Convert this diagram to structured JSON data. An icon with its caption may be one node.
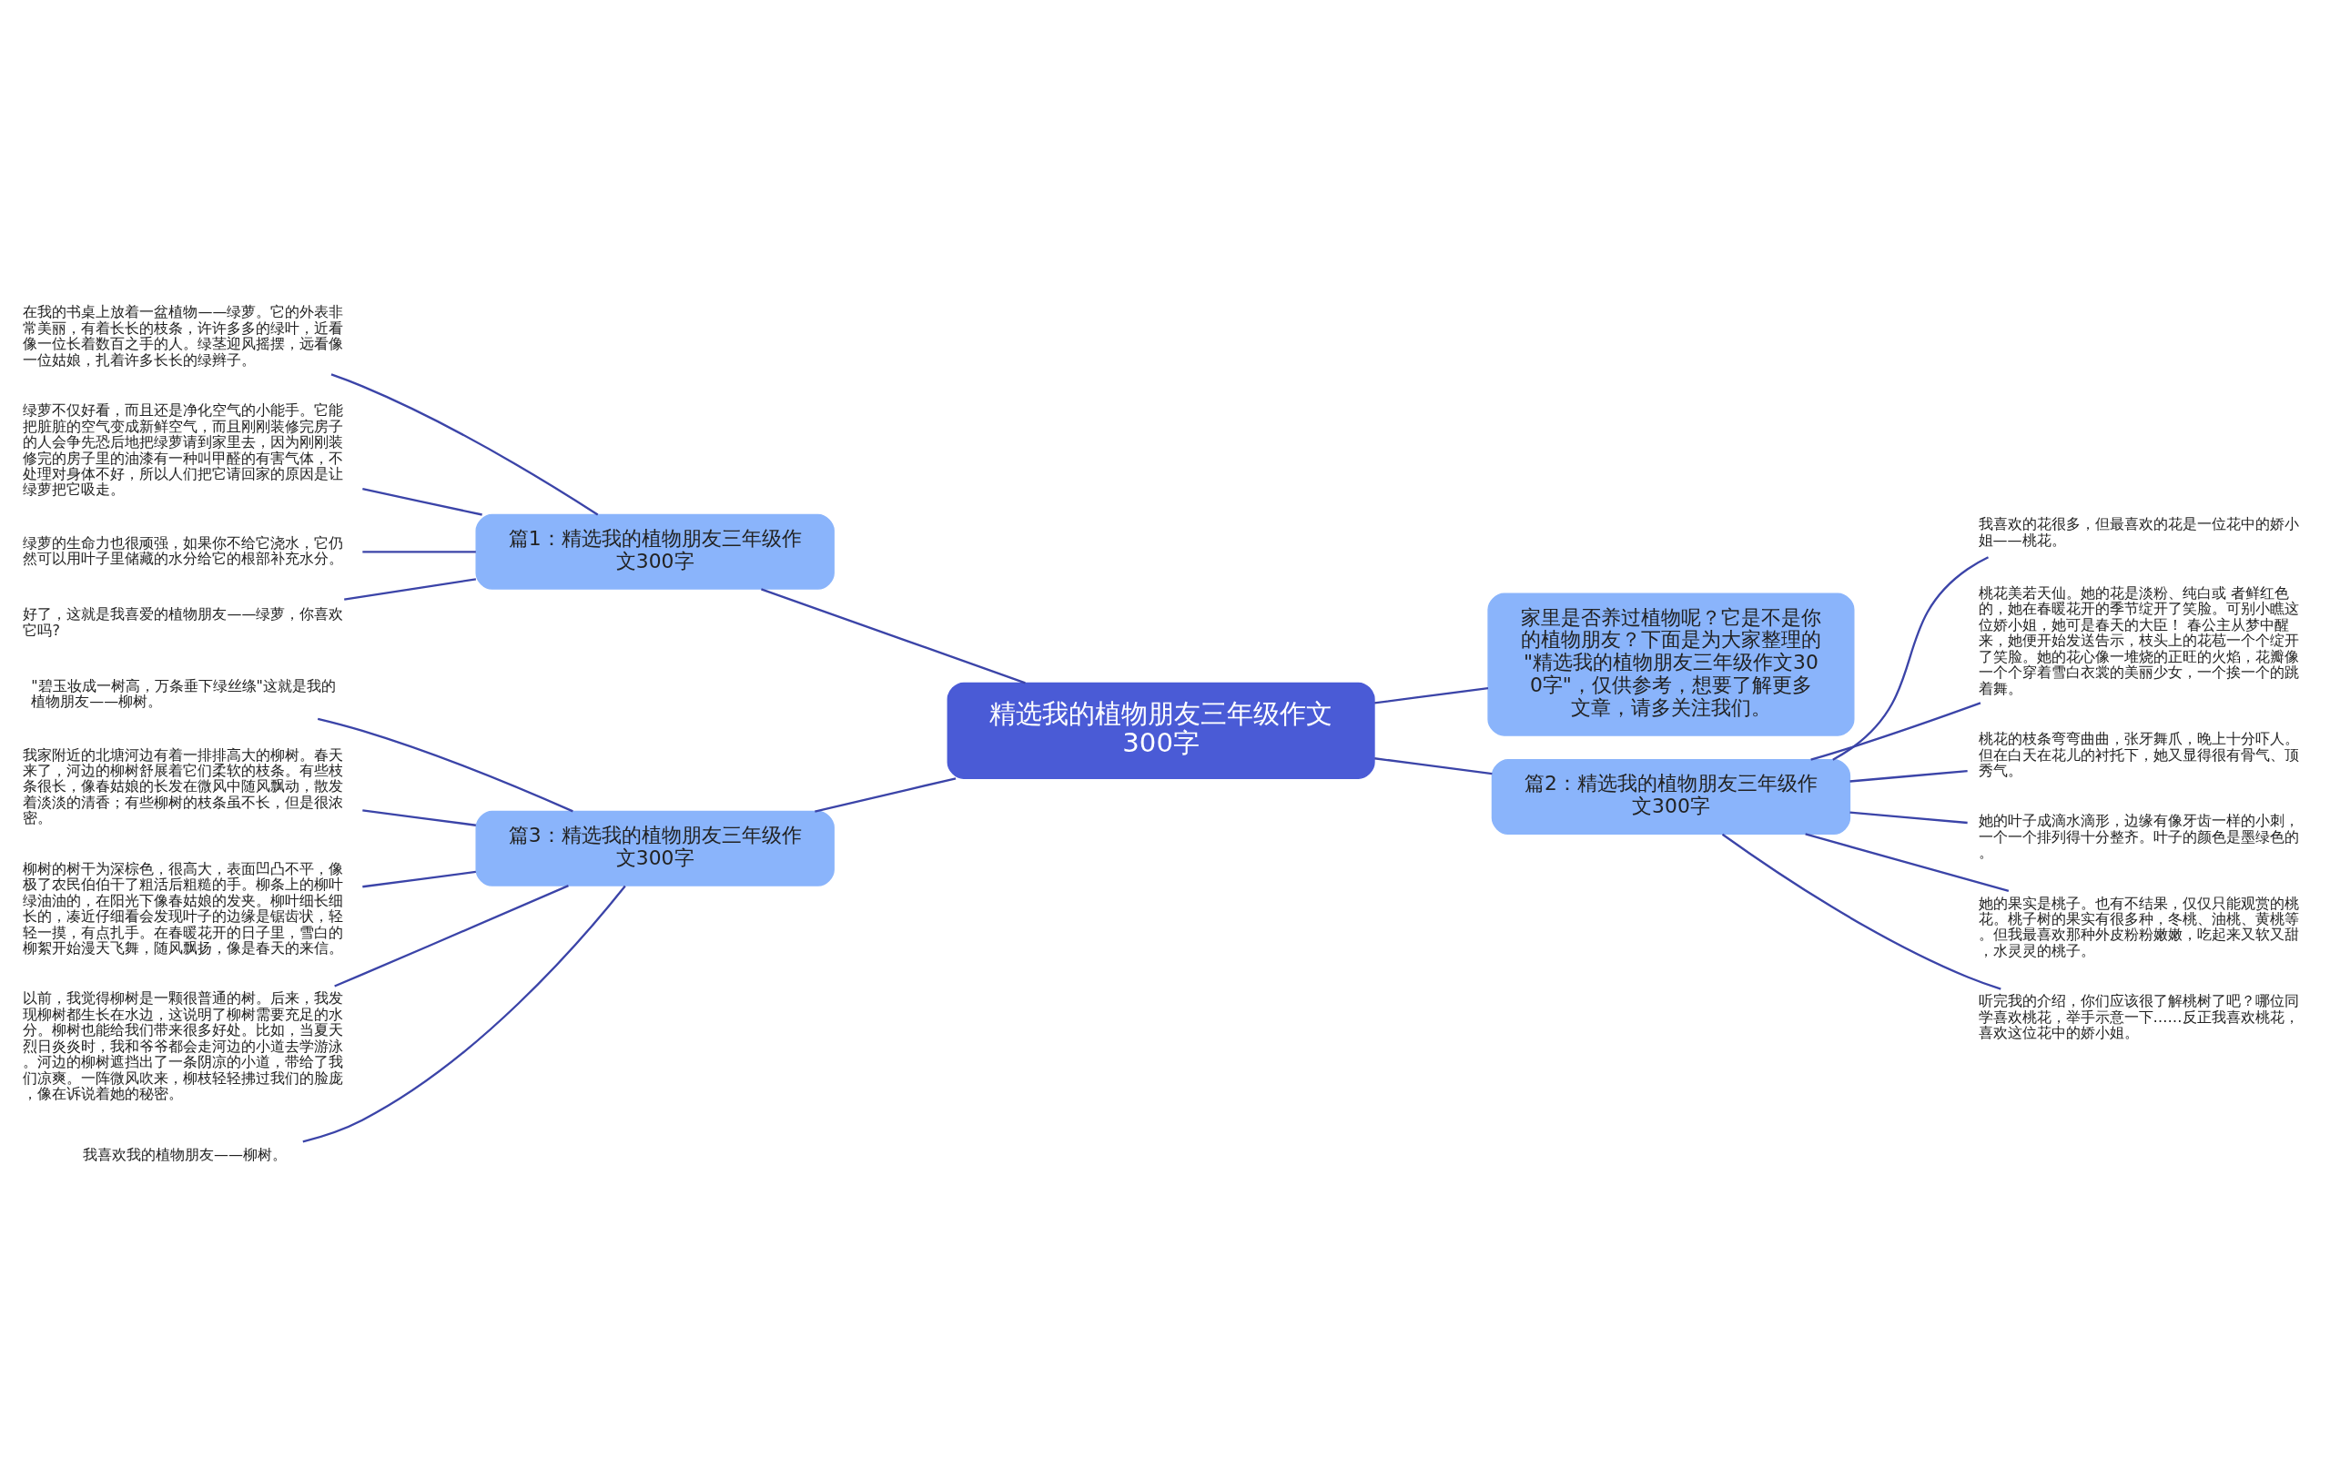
{
  "diagram": {
    "nodes": [
      {
        "text": [
          "精选我的植物朋友三年级作文300字"
        ]
      },
      {
        "text": [
          "篇1：精选我的植物朋友三年级作文300字"
        ]
      },
      {
        "text": [
          "在我的书桌上放着一盆植物——绿萝。它的外表非常美丽，有着长长的枝条，许许多多的绿叶，近看像一位长着数百之手的人。绿茎迎风摇摆，远看像一位姑娘，扎着许多长长的绿辫子。"
        ]
      },
      {
        "text": [
          "绿萝不仅好看，而且还是净化空气的小能手。它能把脏脏的空气变成新鲜空气，而且刚刚装修完房子的人会争先恐后地把绿萝请到家里去，因为刚刚装修完的房子里的油漆有一种叫甲醛的有害气体，不处理对身体不好，所以人们把它请回家的原因是让绿萝把它吸走。"
        ]
      },
      {
        "text": [
          "绿萝的生命力也很顽强，如果你不给它浇水，它仍然可以用叶子里储藏的水分给它的根部补充水分。"
        ]
      },
      {
        "text": [
          "好了，这就是我喜爱的植物朋友——绿萝，你喜欢它吗?"
        ]
      },
      {
        "text": [
          "家里是否养过植物呢？它是不是你的植物朋友？下面是为大家整理的\"精选我的植物朋友三年级作文300字\"，仅供参考，想要了解更多文章，请多关注我们。"
        ]
      },
      {
        "text": [
          "篇2：精选我的植物朋友三年级作文300字"
        ]
      },
      {
        "text": [
          "我喜欢的花很多，但最喜欢的花是一位花中的娇小姐——桃花。"
        ]
      },
      {
        "text": [
          "桃花美若天仙。她的花是淡粉、纯白或 者鲜红色的，她在春暖花开的季节绽开了笑脸。可别小瞧这位娇小姐，她可是春天的大臣！ 春公主从梦中醒来，她便开始发送告示，枝头上的花苞一个个绽开了笑脸。她的花心像一堆烧的正旺的火焰，花瓣像一个个穿着雪白衣裳的美丽少女，一个挨一个的跳着舞。"
        ]
      },
      {
        "text": [
          "桃花的枝条弯弯曲曲，张牙舞爪，晚上十分吓人。但在白天在花儿的衬托下，她又显得很有骨气、顶秀气。"
        ]
      },
      {
        "text": [
          "她的叶子成滴水滴形，边缘有像牙齿一样的小刺，一个一个排列得十分整齐。叶子的颜色是墨绿色的。"
        ]
      },
      {
        "text": [
          "她的果实是桃子。也有不结果，仅仅只能观赏的桃花。桃子树的果实有很多种，冬桃、油桃、黄桃等。但我最喜欢那种外皮粉粉嫩嫩，吃起来又软又甜，水灵灵的桃子。"
        ]
      },
      {
        "text": [
          "听完我的介绍，你们应该很了解桃树了吧？哪位同学喜欢桃花，举手示意一下……反正我喜欢桃花，喜欢这位花中的娇小姐。"
        ]
      },
      {
        "text": [
          "篇3：精选我的植物朋友三年级作文300字"
        ]
      },
      {
        "text": [
          "\"碧玉妆成一树高，万条垂下绿丝绦\"这就是我的植物朋友——柳树。"
        ]
      },
      {
        "text": [
          "我家附近的北塘河边有着一排排高大的柳树。春天来了，河边的柳树舒展着它们柔软的枝条。有些枝条很长，像春姑娘的长发在微风中随风飘动，散发着淡淡的清香；有些柳树的枝条虽不长，但是很浓密。"
        ]
      },
      {
        "text": [
          "柳树的树干为深棕色，很高大，表面凹凸不平，像极了农民伯伯干了粗活后粗糙的手。柳条上的柳叶绿油油的，在阳光下像春姑娘的发夹。柳叶细长细长的，凑近仔细看会发现叶子的边缘是锯齿状，轻轻一摸，有点扎手。在春暖花开的日子里，雪白的柳絮开始漫天飞舞，随风飘扬，像是春天的来信。"
        ]
      },
      {
        "text": [
          "以前，我觉得柳树是一颗很普通的树。后来，我发现柳树都生长在水边，这说明了柳树需要充足的水分。柳树也能给我们带来很多好处。比如，当夏天烈日炎炎时，我和爷爷都会走河边的小道去学游泳。河边的柳树遮挡出了一条阴凉的小道，带给了我们凉爽。一阵微风吹来，柳枝轻轻拂过我们的脸庞，像在诉说着她的秘密。"
        ]
      },
      {
        "text": [
          "我喜欢我的植物朋友——柳树。"
        ]
      }
    ],
    "edges": [
      {
        "from": 0,
        "to": 1,
        "arrow": "none"
      },
      {
        "from": 1,
        "to": 2,
        "arrow": "none"
      },
      {
        "from": 1,
        "to": 3,
        "arrow": "none"
      },
      {
        "from": 1,
        "to": 4,
        "arrow": "none"
      },
      {
        "from": 1,
        "to": 5,
        "arrow": "none"
      },
      {
        "from": 0,
        "to": 6,
        "arrow": "none"
      },
      {
        "from": 0,
        "to": 7,
        "arrow": "none"
      },
      {
        "from": 7,
        "to": 8,
        "arrow": "none"
      },
      {
        "from": 7,
        "to": 9,
        "arrow": "none"
      },
      {
        "from": 7,
        "to": 10,
        "arrow": "none"
      },
      {
        "from": 7,
        "to": 11,
        "arrow": "none"
      },
      {
        "from": 7,
        "to": 12,
        "arrow": "none"
      },
      {
        "from": 7,
        "to": 13,
        "arrow": "none"
      },
      {
        "from": 0,
        "to": 14,
        "arrow": "none"
      },
      {
        "from": 14,
        "to": 15,
        "arrow": "none"
      },
      {
        "from": 14,
        "to": 16,
        "arrow": "none"
      },
      {
        "from": 14,
        "to": 17,
        "arrow": "none"
      },
      {
        "from": 14,
        "to": 18,
        "arrow": "none"
      },
      {
        "from": 14,
        "to": 19,
        "arrow": "none"
      }
    ]
  }
}
